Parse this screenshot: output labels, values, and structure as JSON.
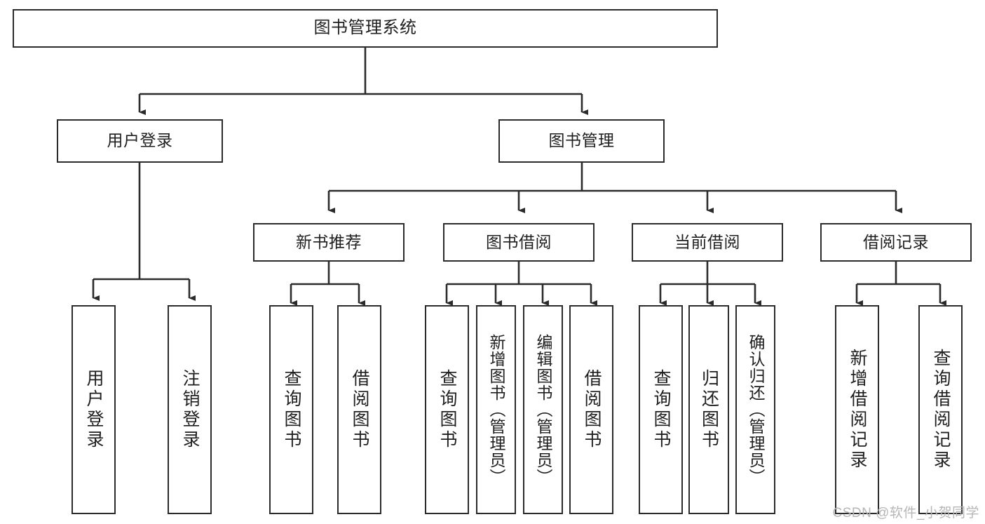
{
  "diagram": {
    "title": "图书管理系统",
    "type": "tree-hierarchy",
    "watermark": "CSDN @软件_小贺同学",
    "colors": {
      "background": "#ffffff",
      "box_border": "#2b2b2b",
      "box_fill": "#ffffff",
      "text": "#1f1f1f",
      "edge": "#2b2b2b",
      "watermark": "#b6b6b6"
    },
    "nodes": {
      "root": {
        "label": "图书管理系统"
      },
      "level2": [
        {
          "id": "user-login",
          "label": "用户登录"
        },
        {
          "id": "book-manage",
          "label": "图书管理"
        }
      ],
      "level3": [
        {
          "id": "new-book-recommend",
          "label": "新书推荐"
        },
        {
          "id": "book-borrow",
          "label": "图书借阅"
        },
        {
          "id": "current-borrow",
          "label": "当前借阅"
        },
        {
          "id": "borrow-record",
          "label": "借阅记录"
        }
      ],
      "leaves": {
        "user_login": [
          {
            "id": "leaf-user-login",
            "label": "用户登录"
          },
          {
            "id": "leaf-user-logout",
            "label": "注销登录"
          }
        ],
        "new_book_recommend": [
          {
            "id": "leaf-query-book-1",
            "label": "查询图书"
          },
          {
            "id": "leaf-borrow-book-1",
            "label": "借阅图书"
          }
        ],
        "book_borrow": [
          {
            "id": "leaf-query-book-2",
            "label": "查询图书"
          },
          {
            "id": "leaf-add-book",
            "label": "新增图书（管理员）"
          },
          {
            "id": "leaf-edit-book",
            "label": "编辑图书（管理员）"
          },
          {
            "id": "leaf-borrow-book-2",
            "label": "借阅图书"
          }
        ],
        "current_borrow": [
          {
            "id": "leaf-query-book-3",
            "label": "查询图书"
          },
          {
            "id": "leaf-return-book",
            "label": "归还图书"
          },
          {
            "id": "leaf-confirm-return",
            "label": "确认归还（管理员）"
          }
        ],
        "borrow_record": [
          {
            "id": "leaf-add-record",
            "label": "新增借阅记录"
          },
          {
            "id": "leaf-query-record",
            "label": "查询借阅记录"
          }
        ]
      }
    }
  }
}
